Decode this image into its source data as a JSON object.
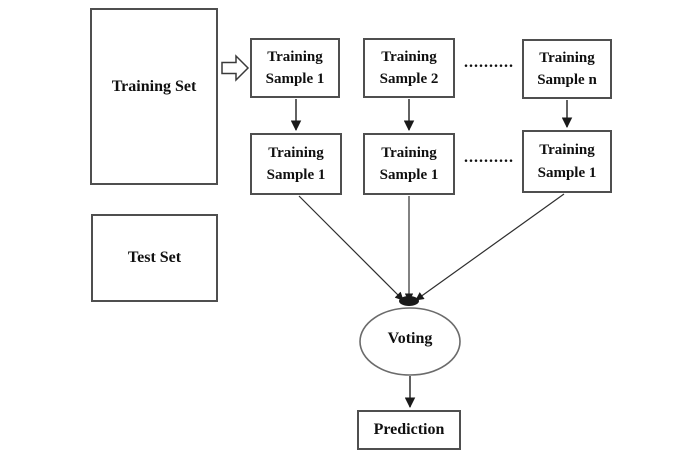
{
  "diagram": {
    "training_set_label": "Training Set",
    "test_set_label": "Test Set",
    "top_row": [
      {
        "label": "Training\nSample 1"
      },
      {
        "label": "Training\nSample 2"
      },
      {
        "label": "Training\nSample n"
      }
    ],
    "bottom_row": [
      {
        "label": "Training\nSample 1"
      },
      {
        "label": "Training\nSample 1"
      },
      {
        "label": "Training\nSample 1"
      }
    ],
    "ellipsis_top": "..........",
    "ellipsis_bottom": "..........",
    "voting_label": "Voting",
    "prediction_label": "Prediction",
    "icons": {
      "block_arrow": "right-block-arrow-icon",
      "arrowheads": "filled-triangle-arrowhead"
    },
    "colors": {
      "box_border": "#4f4f4f",
      "connector_line": "#2e2e2e",
      "ellipse_border": "#6b6b6b",
      "arrowhead_fill": "#1a1a1a",
      "text": "#101010",
      "background": "#ffffff"
    }
  }
}
